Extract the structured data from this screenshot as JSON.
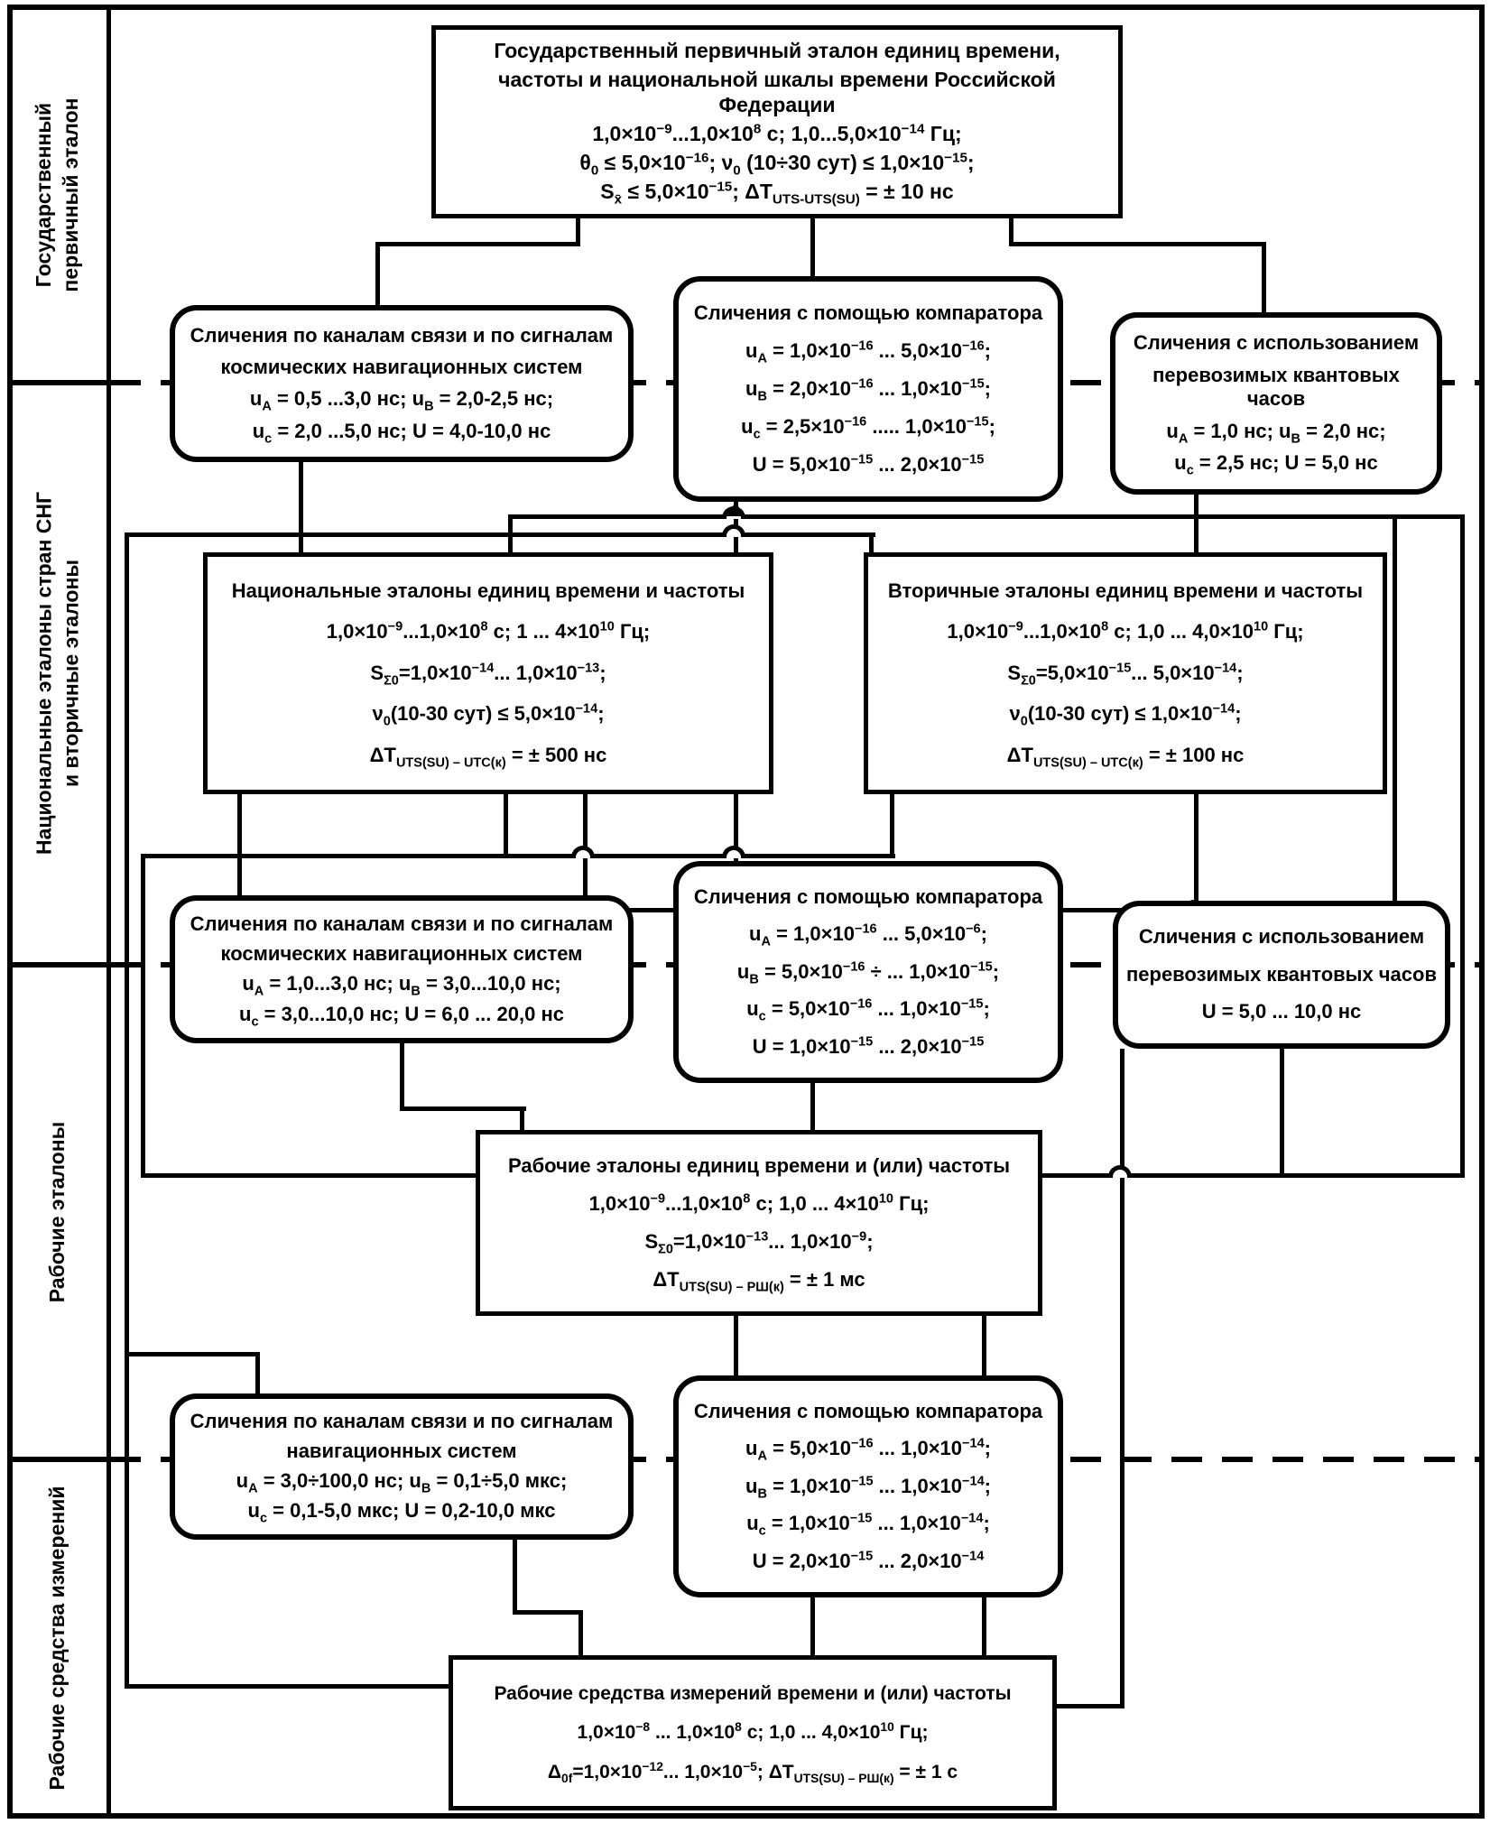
{
  "colors": {
    "line": "#000000",
    "background": "#ffffff"
  },
  "sidebar": {
    "bands": [
      {
        "label": "Государственный\nпервичный эталон"
      },
      {
        "label": "Национальные эталоны стран СНГ\nи вторичные эталоны"
      },
      {
        "label": "Рабочие эталоны"
      },
      {
        "label": "Рабочие средства измерений"
      }
    ]
  },
  "boxes": {
    "gos": {
      "lines": [
        "Государственный первичный эталон единиц времени,",
        "частоты и национальной шкалы времени Российской Федерации",
        "1,0×10^{−9}...1,0×10^{8} с; 1,0...5,0×10^{−14} Гц;",
        "θ_{0} ≤ 5,0×10^{−16}; ν_{0} (10÷30 сут) ≤ 1,0×10^{−15};",
        "S_{x̄} ≤ 5,0×10^{−15}; ΔT_{UTS-UTS(SU)} = ± 10 нс"
      ]
    },
    "c1l": {
      "lines": [
        "Сличения по каналам связи и по сигналам",
        "космических навигационных систем",
        "u_{A} = 0,5 ...3,0 нс; u_{B} = 2,0-2,5 нс;",
        "u_{c} = 2,0 ...5,0 нс; U = 4,0-10,0 нс"
      ]
    },
    "c1m": {
      "lines": [
        "Сличения с помощью компаратора",
        "u_{A} = 1,0×10^{−16} ... 5,0×10^{−16};",
        "u_{B} = 2,0×10^{−16} ... 1,0×10^{−15};",
        "u_{c} = 2,5×10^{−16} ..... 1,0×10^{−15};",
        "U = 5,0×10^{−15} ... 2,0×10^{−15}"
      ]
    },
    "c1r": {
      "lines": [
        "Сличения с использованием",
        "перевозимых квантовых часов",
        "u_{A} = 1,0 нс; u_{B} = 2,0 нс;",
        "u_{c} = 2,5 нс; U = 5,0 нс"
      ]
    },
    "nat": {
      "lines": [
        "Национальные эталоны единиц времени и частоты",
        "1,0×10^{−9}...1,0×10^{8} с; 1 ... 4×10^{10} Гц;",
        "S_{Σ0}=1,0×10^{−14}... 1,0×10^{−13};",
        "ν_{0}(10-30 сут) ≤ 5,0×10^{−14};",
        "ΔT_{UTS(SU) – UTC(к)} =  ± 500 нс"
      ]
    },
    "sec": {
      "lines": [
        "Вторичные эталоны единиц времени и частоты",
        "1,0×10^{−9}...1,0×10^{8} с; 1,0 ... 4,0×10^{10} Гц;",
        "S_{Σ0}=5,0×10^{−15}... 5,0×10^{−14};",
        "ν_{0}(10-30 сут) ≤ 1,0×10^{−14};",
        "ΔT_{UTS(SU) – UTC(к)} =  ± 100 нс"
      ]
    },
    "c2l": {
      "lines": [
        "Сличения по каналам связи и по сигналам",
        "космических навигационных систем",
        "u_{A} = 1,0...3,0 нс; u_{B} = 3,0...10,0 нс;",
        "u_{c} = 3,0...10,0 нс; U = 6,0 ... 20,0 нс"
      ]
    },
    "c2m": {
      "lines": [
        "Сличения с помощью компаратора",
        "u_{A} = 1,0×10^{−16} ... 5,0×10^{−6};",
        "u_{B} = 5,0×10^{−16} ÷ ... 1,0×10^{−15};",
        "u_{c} = 5,0×10^{−16} ... 1,0×10^{−15};",
        "U = 1,0×10^{−15} ... 2,0×10^{−15}"
      ]
    },
    "c2r": {
      "lines": [
        "Сличения с использованием",
        "перевозимых квантовых часов",
        "U = 5,0 ... 10,0 нс"
      ]
    },
    "wst": {
      "lines": [
        "Рабочие эталоны единиц времени и (или) частоты",
        "1,0×10^{−9}...1,0×10^{8} с; 1,0 ... 4×10^{10} Гц;",
        "S_{Σ0}=1,0×10^{−13}... 1,0×10^{−9};",
        "ΔT_{UTS(SU) – РШ(к)} =  ± 1 мс"
      ]
    },
    "c3l": {
      "lines": [
        "Сличения по каналам связи и по сигналам",
        "навигационных систем",
        "u_{A} = 3,0÷100,0 нс; u_{B} = 0,1÷5,0 мкс;",
        "u_{c} = 0,1-5,0 мкс; U = 0,2-10,0 мкс"
      ]
    },
    "c3m": {
      "lines": [
        "Сличения с помощью компаратора",
        "u_{A} = 5,0×10^{−16} ... 1,0×10^{−14};",
        "u_{B} = 1,0×10^{−15} ... 1,0×10^{−14};",
        "u_{c} = 1,0×10^{−15} ... 1,0×10^{−14};",
        "U = 2,0×10^{−15} ... 2,0×10^{−14}"
      ]
    },
    "wmi": {
      "lines": [
        "Рабочие средства измерений времени и (или) частоты",
        "1,0×10^{−8} ... 1,0×10^{8} с; 1,0 ... 4,0×10^{10} Гц;",
        "Δ_{0f}=1,0×10^{−12}... 1,0×10^{−5}; ΔT_{UTS(SU) – РШ(к)} =  ± 1 с"
      ]
    }
  }
}
